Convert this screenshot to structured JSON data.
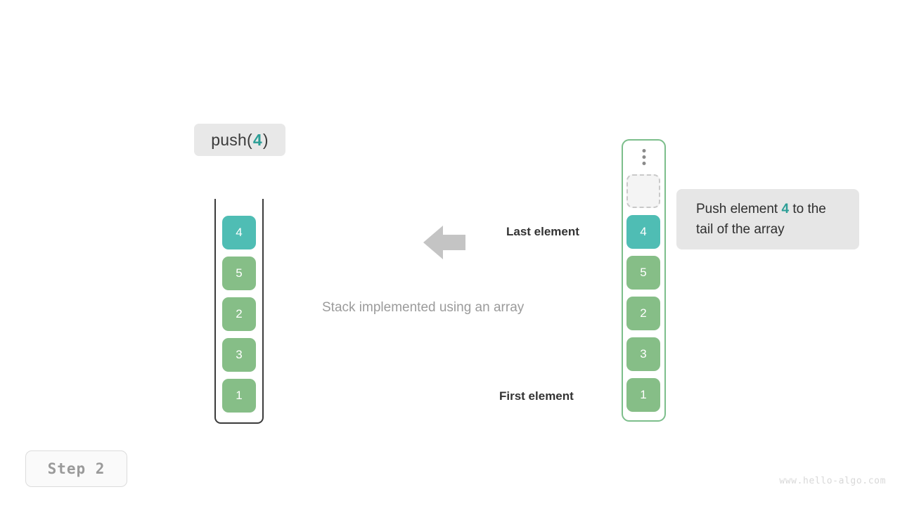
{
  "operation": {
    "prefix": "push(",
    "value": "4",
    "suffix": ")"
  },
  "stack": {
    "caption": "Stack implemented using an array",
    "cells": [
      {
        "value": "4",
        "color": "teal"
      },
      {
        "value": "5",
        "color": "green"
      },
      {
        "value": "2",
        "color": "green"
      },
      {
        "value": "3",
        "color": "green"
      },
      {
        "value": "1",
        "color": "green"
      }
    ]
  },
  "annotations": {
    "last_element": "Last element",
    "first_element": "First element",
    "arrow": "arrow-left-icon"
  },
  "array": {
    "ellipsis": "more-items-icon",
    "cells": [
      {
        "value": "",
        "color": "empty"
      },
      {
        "value": "4",
        "color": "teal"
      },
      {
        "value": "5",
        "color": "green"
      },
      {
        "value": "2",
        "color": "green"
      },
      {
        "value": "3",
        "color": "green"
      },
      {
        "value": "1",
        "color": "green"
      }
    ]
  },
  "tooltip": {
    "lead": "Push element ",
    "value": "4",
    "tail": " to the tail of the array"
  },
  "step": {
    "label": "Step 2"
  },
  "watermark": "www.hello-algo.com",
  "colors": {
    "teal": "#4fbdb4",
    "green": "#86be87",
    "empty_fill": "#f4f4f4",
    "empty_border": "#c9c9c9",
    "array_border": "#7cbe8b",
    "stack_wall": "#3b3b3b",
    "badge_bg": "#e8e8e8",
    "tooltip_bg": "#e6e6e6",
    "accent_text": "#2c9e96",
    "caption_text": "#9b9b9b"
  }
}
